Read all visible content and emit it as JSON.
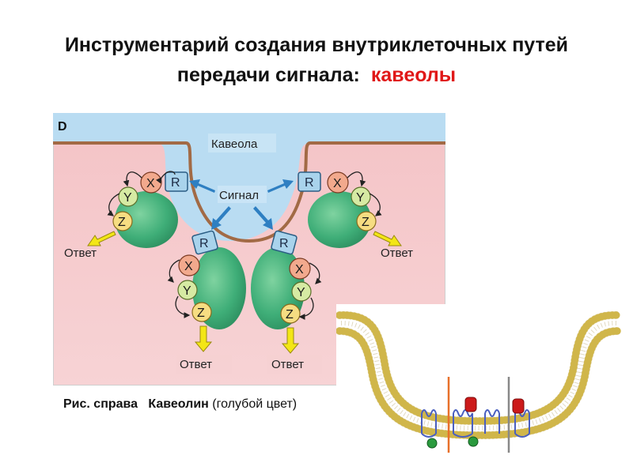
{
  "title": {
    "line1": "Инструментарий создания внутриклеточных путей",
    "line2": "передачи сигнала:",
    "accent": "кавеолы"
  },
  "panel": {
    "letter": "D",
    "caveola_label": "Кавеола",
    "signal_label": "Сигнал",
    "response_label": "Ответ",
    "nodes": {
      "r": "R",
      "x": "X",
      "y": "Y",
      "z": "Z"
    }
  },
  "caption": {
    "prefix": "Рис. справа",
    "term": "Кавеолин",
    "note": "(голубой цвет)"
  },
  "colors": {
    "title_accent": "#e01818",
    "extracellular": "#b9dcf2",
    "cytoplasm": "#f2b8bd",
    "membrane": "#a26a45",
    "receptor": "#a9d3ec",
    "x_node": "#f2a98d",
    "y_node": "#d6eaa3",
    "z_node": "#f6dd82",
    "scaffold": "#3fae78",
    "arrow_blue": "#2e7fc2",
    "arrow_yellow": "#f3e616",
    "lipid_head": "#e9d36a",
    "caveolin_coil": "#4a5fbf",
    "red_protein": "#cc1a1a",
    "green_protein": "#2a9a3e",
    "orange_line": "#e8702a"
  },
  "icons": {
    "signal_arrows": "blue-arrow",
    "response_arrows": "yellow-arrow",
    "chain_arrows": "curved-arrow"
  }
}
